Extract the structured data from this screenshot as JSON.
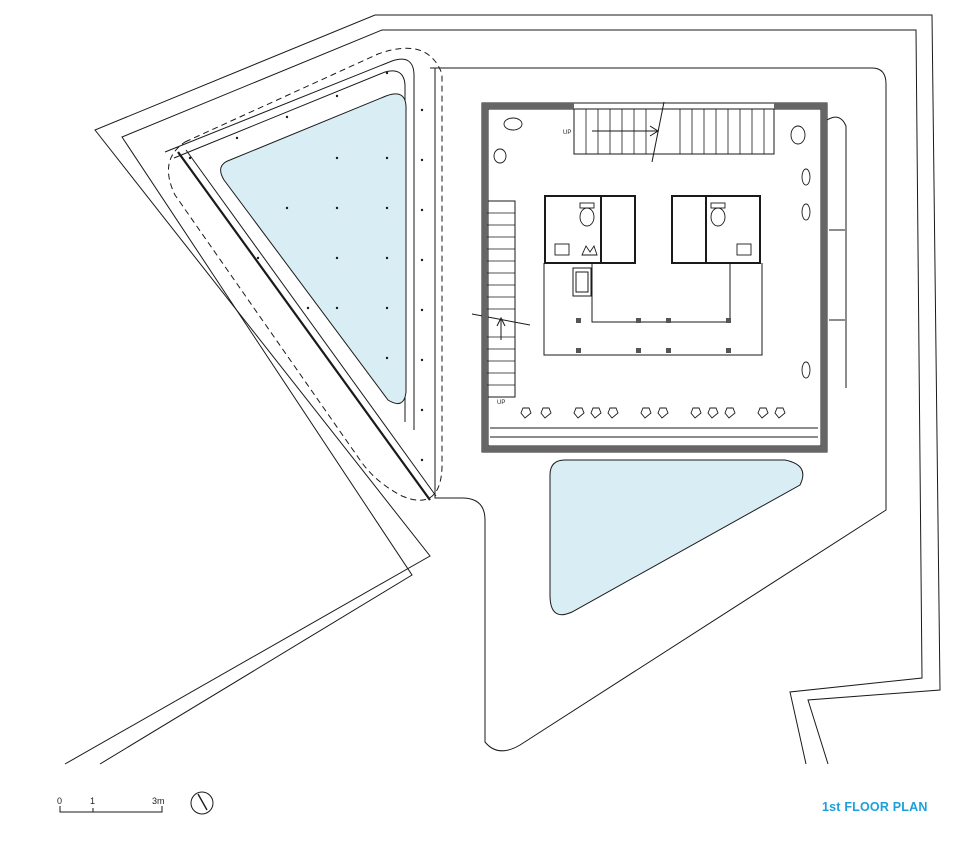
{
  "title": "1st FLOOR PLAN",
  "scale_bar": {
    "labels": [
      "0",
      "1",
      "3m"
    ]
  },
  "stair_labels": {
    "top": "UP",
    "left": "UP"
  },
  "colors": {
    "water": "#d8eef4",
    "title": "#1ba0dc",
    "line": "#1a1a1a",
    "wall": "#666666"
  }
}
